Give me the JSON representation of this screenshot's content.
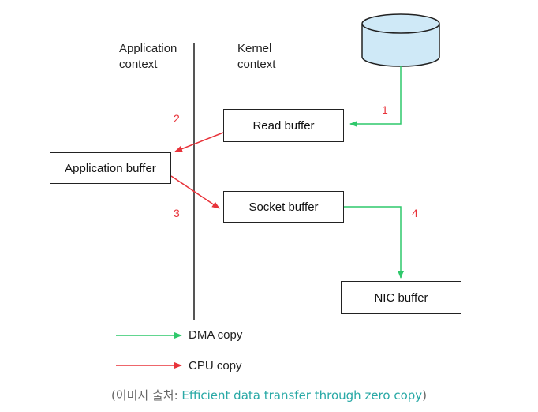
{
  "contexts": {
    "application": [
      "Application",
      "context"
    ],
    "kernel": [
      "Kernel",
      "context"
    ]
  },
  "boxes": {
    "read_buffer": "Read buffer",
    "application_buffer": "Application buffer",
    "socket_buffer": "Socket buffer",
    "nic_buffer": "NIC buffer"
  },
  "steps": [
    "1",
    "2",
    "3",
    "4"
  ],
  "legend": {
    "dma": "DMA copy",
    "cpu": "CPU copy"
  },
  "caption": {
    "prefix": "(이미지 출처: ",
    "link_text": "Efficient data transfer through zero copy",
    "suffix": ")"
  },
  "colors": {
    "dma": "#2fc86b",
    "cpu": "#e8333a",
    "disk_fill": "#cfe9f7",
    "divider": "#555555",
    "link": "#29a9a6"
  },
  "icons": {
    "disk": "disk-cylinder-icon"
  }
}
